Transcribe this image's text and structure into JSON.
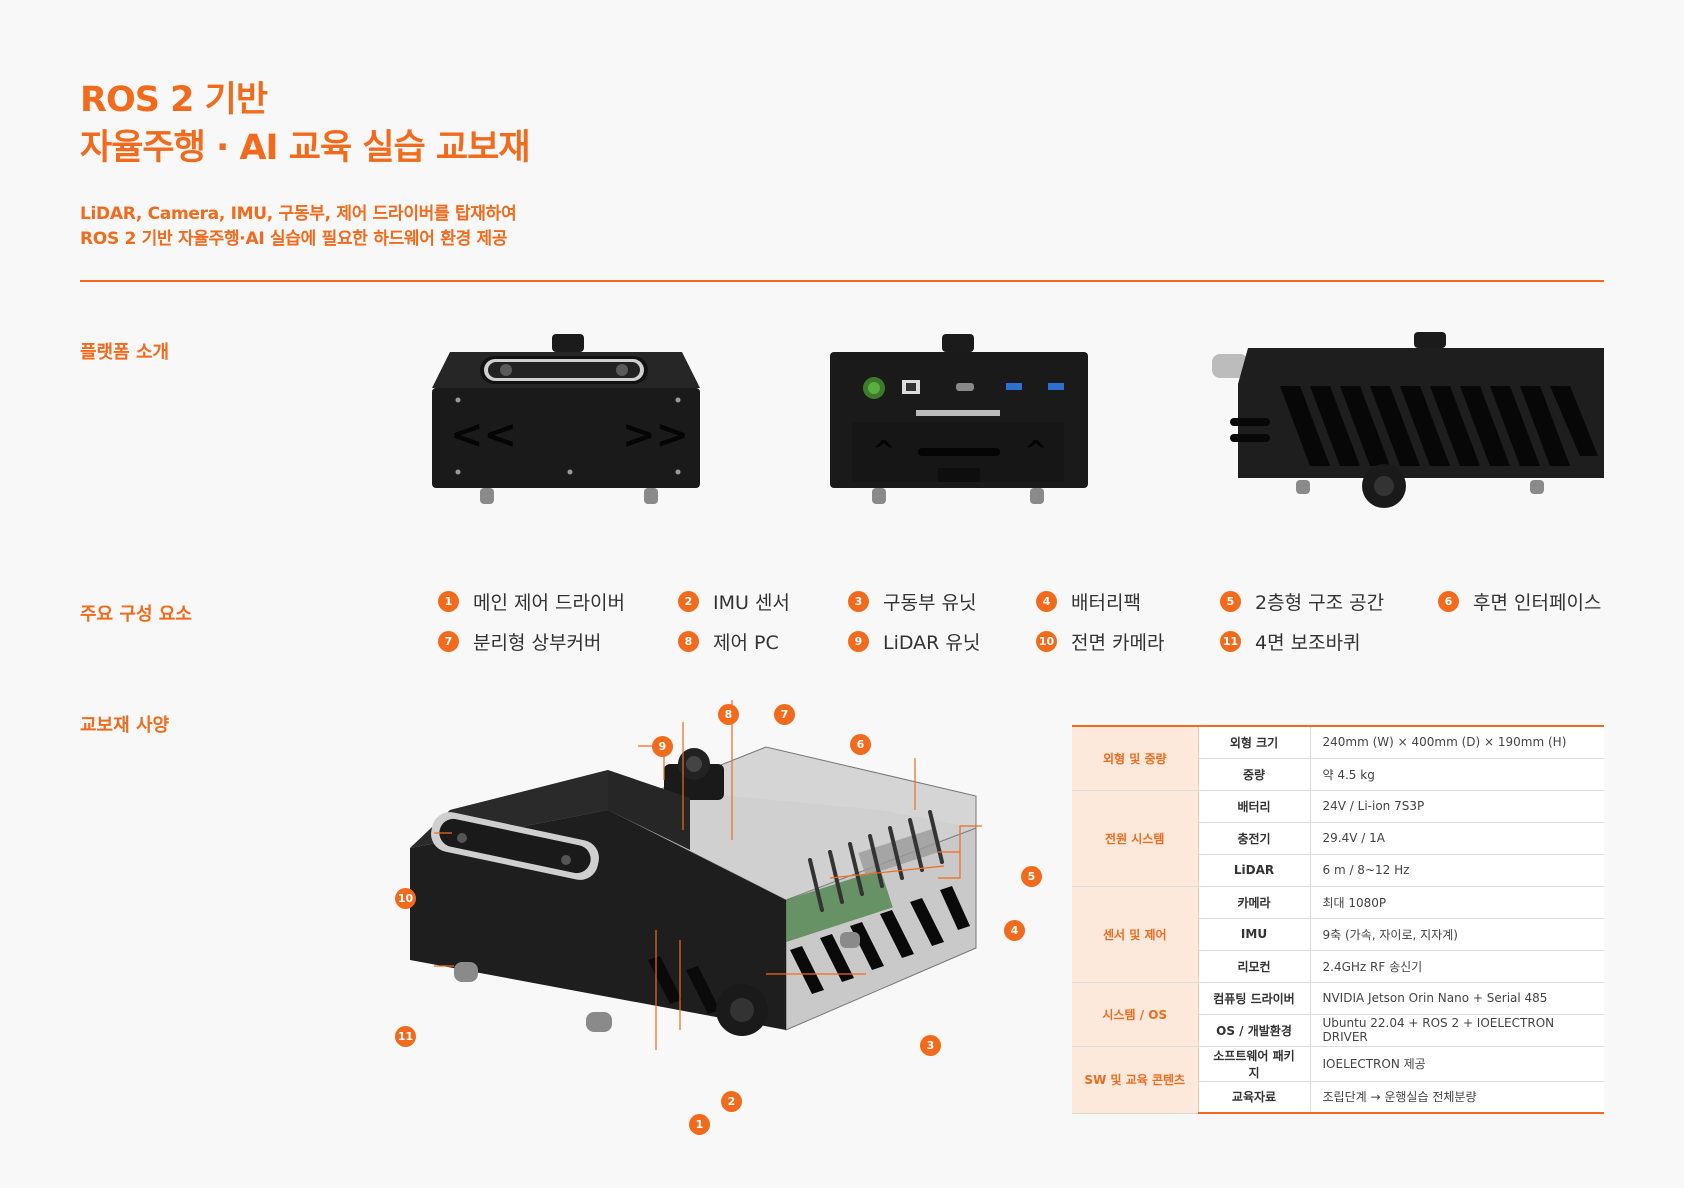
{
  "header": {
    "title_line1": "ROS 2 기반",
    "title_line2": "자율주행 · AI 교육 실습 교보재",
    "subtitle_line1": "LiDAR, Camera, IMU, 구동부, 제어 드라이버를 탑재하여",
    "subtitle_line2": "ROS 2 기반 자율주행·AI 실습에 필요한 하드웨어 환경 제공"
  },
  "sections": {
    "platform": "플랫폼 소개",
    "components": "주요 구성 요소",
    "specs": "교보재 사양"
  },
  "components": [
    {
      "num": "1",
      "label": "메인 제어 드라이버"
    },
    {
      "num": "2",
      "label": "IMU 센서"
    },
    {
      "num": "3",
      "label": "구동부 유닛"
    },
    {
      "num": "4",
      "label": "배터리팩"
    },
    {
      "num": "5",
      "label": "2층형 구조 공간"
    },
    {
      "num": "6",
      "label": "후면 인터페이스"
    },
    {
      "num": "7",
      "label": "분리형 상부커버"
    },
    {
      "num": "8",
      "label": "제어 PC"
    },
    {
      "num": "9",
      "label": "LiDAR 유닛"
    },
    {
      "num": "10",
      "label": "전면 카메라"
    },
    {
      "num": "11",
      "label": "4면 보조바퀴"
    }
  ],
  "callouts": [
    "1",
    "2",
    "3",
    "4",
    "5",
    "6",
    "7",
    "8",
    "9",
    "10",
    "11"
  ],
  "specs": {
    "groups": [
      {
        "category": "외형 및 중량",
        "rows": [
          {
            "key": "외형 크기",
            "value": "240mm (W) × 400mm (D) × 190mm (H)"
          },
          {
            "key": "중량",
            "value": "약 4.5 kg"
          }
        ]
      },
      {
        "category": "전원 시스템",
        "rows": [
          {
            "key": "배터리",
            "value": "24V / Li-ion 7S3P"
          },
          {
            "key": "충전기",
            "value": "29.4V / 1A"
          },
          {
            "key": "LiDAR",
            "value": "6 m / 8~12 Hz"
          }
        ]
      },
      {
        "category": "센서 및 제어",
        "rows": [
          {
            "key": "카메라",
            "value": "최대 1080P"
          },
          {
            "key": "IMU",
            "value": "9축 (가속, 자이로, 지자계)"
          },
          {
            "key": "리모컨",
            "value": "2.4GHz RF 송신기"
          }
        ]
      },
      {
        "category": "시스템 / OS",
        "rows": [
          {
            "key": "컴퓨팅 드라이버",
            "value": "NVIDIA Jetson Orin Nano + Serial 485"
          },
          {
            "key": "OS / 개발환경",
            "value": "Ubuntu 22.04 + ROS 2 + IOELECTRON DRIVER"
          }
        ]
      },
      {
        "category": "SW 및 교육 콘텐츠",
        "rows": [
          {
            "key": "소프트웨어 패키지",
            "value": "IOELECTRON 제공"
          },
          {
            "key": "교육자료",
            "value": "조립단계 → 운행실습 전체분량"
          }
        ]
      }
    ]
  },
  "colors": {
    "accent": "#f26b1d",
    "category_bg": "#fde9dc",
    "device": "#1a1a1a"
  }
}
